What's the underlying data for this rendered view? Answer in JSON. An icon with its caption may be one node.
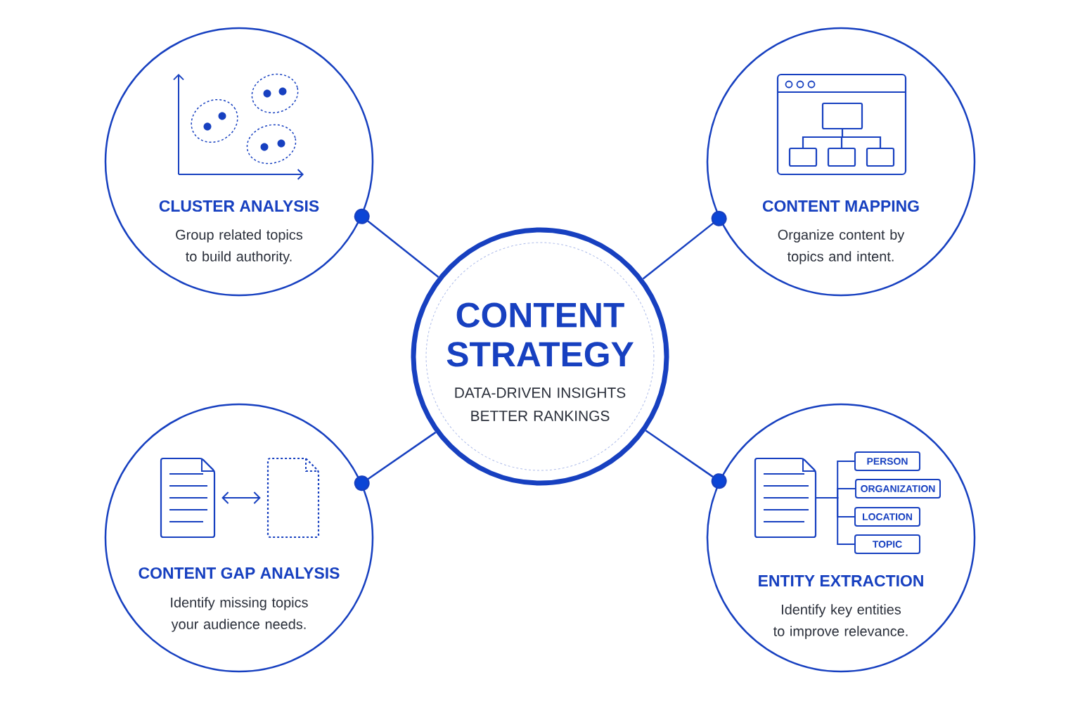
{
  "diagram": {
    "nodes": [
      {
        "text": [
          "CONTENT STRATEGY",
          "DATA-DRIVEN INSIGHTS BETTER RANKINGS"
        ]
      },
      {
        "text": [
          "CLUSTER ANALYSIS",
          "Group related topics to build authority."
        ]
      },
      {
        "text": [
          "CONTENT MAPPING",
          "Organize content by topics and intent."
        ]
      },
      {
        "text": [
          "CONTENT GAP ANALYSIS",
          "Identify missing topics your audience needs."
        ]
      },
      {
        "text": [
          "ENTITY EXTRACTION",
          "Identify key entities to improve relevance."
        ]
      },
      {
        "text": [],
        "shape": "document",
        "in": 3
      },
      {
        "text": [],
        "shape": "document",
        "in": 3
      },
      {
        "text": [],
        "shape": "document",
        "in": 4
      },
      {
        "text": [
          "PERSON"
        ],
        "in": 4
      },
      {
        "text": [
          "ORGANIZATION"
        ],
        "in": 4
      },
      {
        "text": [
          "LOCATION"
        ],
        "in": 4
      },
      {
        "text": [
          "TOPIC"
        ],
        "in": 4
      }
    ],
    "edges": [
      {
        "from": 0,
        "to": 1,
        "arrow": "other"
      },
      {
        "from": 0,
        "to": 2,
        "arrow": "other"
      },
      {
        "from": 0,
        "to": 3,
        "arrow": "other"
      },
      {
        "from": 0,
        "to": 4,
        "arrow": "other"
      },
      {
        "from": 5,
        "to": 6,
        "arrow": "both"
      },
      {
        "from": 7,
        "to": 8,
        "arrow": "none"
      },
      {
        "from": 7,
        "to": 9,
        "arrow": "none"
      },
      {
        "from": 7,
        "to": 10,
        "arrow": "none"
      },
      {
        "from": 7,
        "to": 11,
        "arrow": "none"
      }
    ]
  }
}
